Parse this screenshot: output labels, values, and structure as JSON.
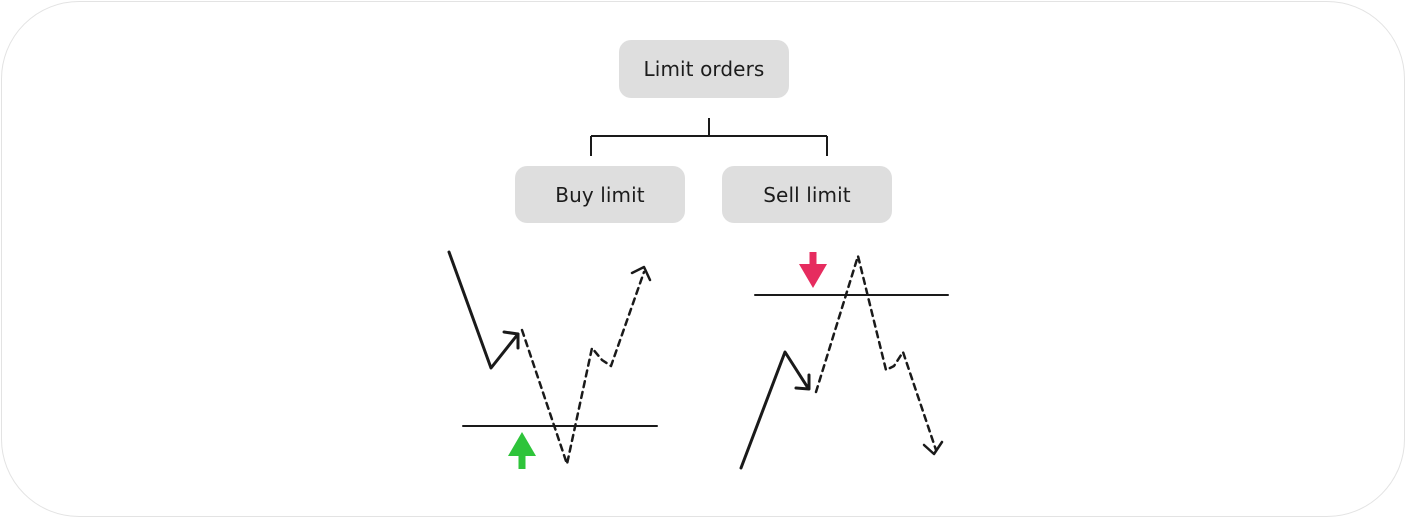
{
  "diagram": {
    "root": {
      "label": "Limit orders"
    },
    "children": [
      {
        "label": "Buy limit"
      },
      {
        "label": "Sell limit"
      }
    ]
  },
  "colors": {
    "node_fill": "#dedede",
    "line": "#1a1a1a",
    "buy_arrow": "#2ec43a",
    "sell_arrow": "#e62c5f",
    "frame_border": "#e3e3e3"
  },
  "icons": {
    "buy": "arrow-up-icon",
    "sell": "arrow-down-icon"
  }
}
